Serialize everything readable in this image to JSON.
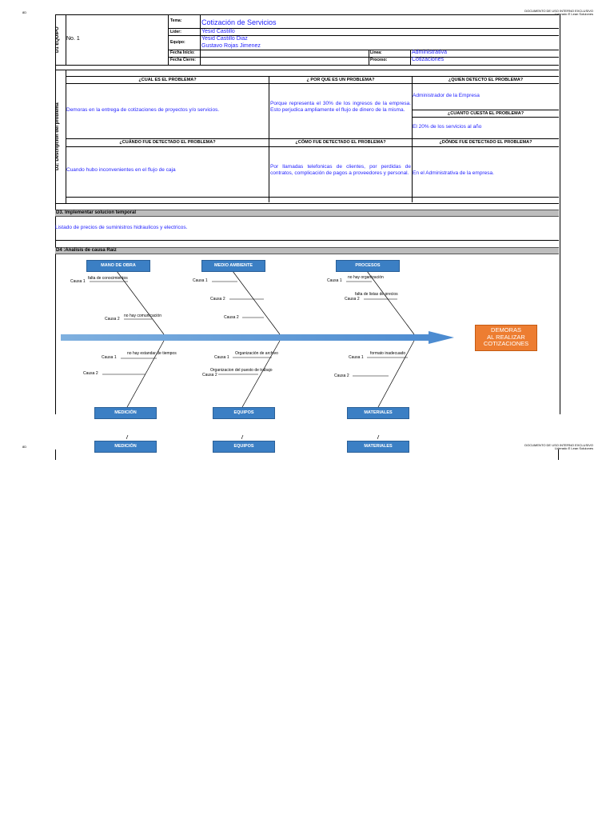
{
  "page_header": {
    "left_mark": "8D",
    "right_line1": "DOCUMENTO DE USO INTERNO EXCLUSIVO",
    "right_line2": "Liderado E Lean Soluiones"
  },
  "d1": {
    "section_label": "D1 EQUIPO",
    "number": "No. 1",
    "tema_label": "Tema:",
    "tema_value": "Cotización de Servicios",
    "lider_label": "Lider:",
    "lider_value": "Yesid Castillo",
    "equipo_label": "Equipo:",
    "equipo_value1": "Yesid Castillo Diaz",
    "equipo_value2": "Gustavo Rojas Jimenez",
    "fecha_inicio_label": "Fecha Inicio:",
    "fecha_cierre_label": "Fecha Cierre:",
    "linea_label": "Linea:",
    "linea_value": "Administrativa",
    "proceso_label": "Proceso:",
    "proceso_value": "Cotizaciones"
  },
  "d2": {
    "section_label": "D2: Descripción del problema",
    "q1": "¿CUAL ES EL PROBLEMA?",
    "a1": "Demoras en la entrega de cotizaciones de proyectos y/o servicios.",
    "q2": "¿ POR QUE ES UN PROBLEMA?",
    "a2": "Porque representa el 30% de los ingresos de la empresa. Esto perjudica ampliamente el flujo de dinero de la misma.",
    "q3": "¿QUIEN DETECTO EL PROBLEMA?",
    "a3": "Administrador de la Empresa",
    "q4": "¿CUANTO CUESTA EL PROBLEMA?",
    "a4": "El 20% de los servicios al año",
    "q5": "¿CUÁNDO FUE DETECTADO EL PROBLEMA?",
    "a5": "Cuando hubo inconvenientes en el flujo de caja",
    "q6": "¿CÓMO FUE DETECTADO EL PROBLEMA?",
    "a6": "Por llamadas telefonicas de clientes, por perdidas de contratos, complicación de pagos a proveedores y personal.",
    "q7": "¿DÓNDE FUE DETECTADO EL PROBLEMA?",
    "a7": "En el Administrativa de la empresa."
  },
  "d3": {
    "title": "D3. Implementar solucion temporal",
    "text": "Listado de precios de suministros hidraulicos y electricos."
  },
  "d4": {
    "title": "D4 :Analisis de causa Raiz",
    "effect_line1": "DEMORAS",
    "effect_line2": "AL REALIZAR",
    "effect_line3": "COTIZACIONES",
    "categories": {
      "mano_obra": "MANO DE OBRA",
      "medio_ambiente": "MEDIO AMBIENTE",
      "procesos": "PROCESOS",
      "medicion": "MEDICIÓN",
      "equipos": "EQUIPOS",
      "materiales": "MATERIALES"
    },
    "causes": {
      "mo_c1": "Causa 1",
      "mo_t1": "falta de conocimientos",
      "mo_c2": "Causa 2",
      "mo_t2": "no hay comunicación",
      "ma_c1": "Causa 1",
      "ma_c2": "Causa 2",
      "ma_c3": "Causa 2",
      "pr_c1": "Causa 1",
      "pr_t1": "no hay organización",
      "pr_c2": "Causa 2",
      "pr_t2": "falta de listas de precios",
      "me_c1": "Causa 1",
      "me_t1": "no hay estandar de tiempos",
      "me_c2": "Causa 2",
      "eq_c1": "Causa 1",
      "eq_t1": "Organización de archivo",
      "eq_c2": "Causa 2",
      "eq_t2": "Organizacion del puesto de trabajo",
      "mt_c1": "Causa 1",
      "mt_t1": "formato inadecuado",
      "mt_c2": "Causa 2"
    }
  },
  "page2": {
    "left_mark": "8D",
    "medicion": "MEDICIÓN",
    "equipos": "EQUIPOS",
    "materiales": "MATERIALES",
    "right_line1": "DOCUMENTO DE USO INTERNO EXCLUSIVO",
    "right_line2": "Liderado E Lean Soluiones"
  },
  "colors": {
    "category_box": "#3b7fc4",
    "effect_box": "#ed7d31",
    "spine": "#5b9bd5",
    "value_text": "#1f1fff"
  }
}
